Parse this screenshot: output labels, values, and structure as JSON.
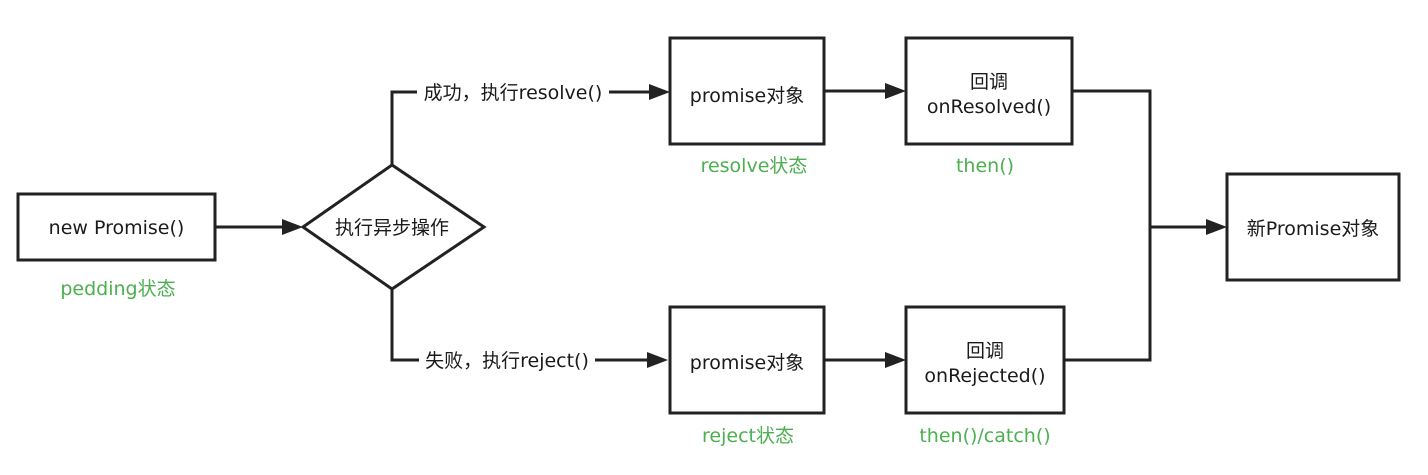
{
  "colors": {
    "line": "#222222",
    "text": "#1a1a1a",
    "state_label": "#4caf50"
  },
  "nodes": {
    "new_promise": "new Promise()",
    "async_operation": "执行异步操作",
    "resolved_promise": "promise对象",
    "rejected_promise": "promise对象",
    "on_resolved": {
      "line1": "回调",
      "line2": "onResolved()"
    },
    "on_rejected": {
      "line1": "回调",
      "line2": "onRejected()"
    },
    "new_promise_result": "新Promise对象"
  },
  "edges": {
    "success": "成功，执行resolve()",
    "failure": "失败，执行reject()"
  },
  "states": {
    "pending": "pedding状态",
    "resolve": "resolve状态",
    "reject": "reject状态",
    "then": "then()",
    "then_catch": "then()/catch()"
  }
}
